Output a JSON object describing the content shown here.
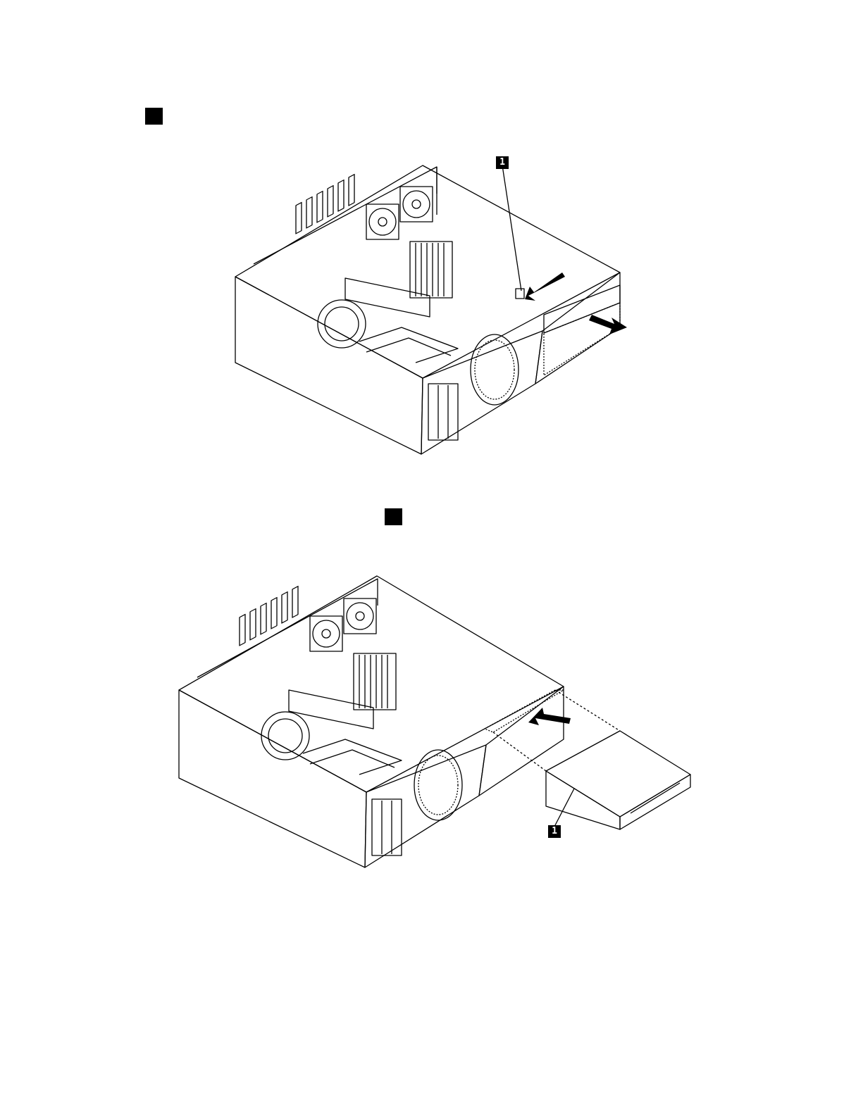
{
  "callouts": {
    "figure1_label": "1",
    "figure2_label": "1"
  },
  "icons": [
    "step-marker",
    "arrow-icon",
    "callout-line"
  ]
}
